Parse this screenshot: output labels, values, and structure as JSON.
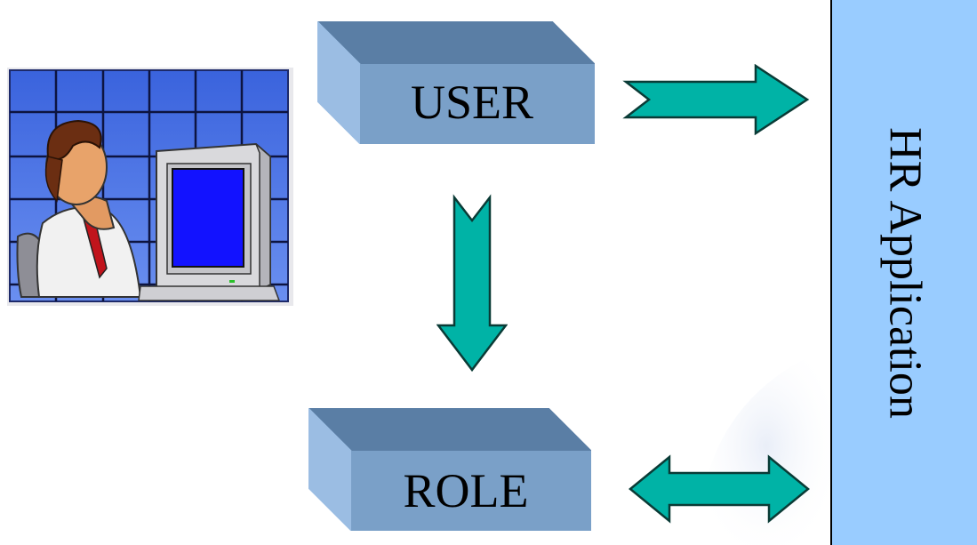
{
  "diagram": {
    "nodes": {
      "user": {
        "label": "USER"
      },
      "role": {
        "label": "ROLE"
      },
      "hr_application": {
        "label": "HR Application"
      }
    },
    "edges": [
      {
        "from": "user",
        "to": "hr_application",
        "style": "arrow-right"
      },
      {
        "from": "user",
        "to": "role",
        "style": "arrow-down"
      },
      {
        "from": "role",
        "to": "hr_application",
        "style": "double-arrow"
      }
    ],
    "clipart": {
      "icon": "person-at-computer-icon"
    }
  },
  "colors": {
    "box_front": "#7aa0c8",
    "box_top": "#5a7ea5",
    "box_side": "#9bbde3",
    "arrow_fill": "#00b3a6",
    "panel_fill": "#99ccff",
    "clipart_bg": "#3c6bd9"
  }
}
